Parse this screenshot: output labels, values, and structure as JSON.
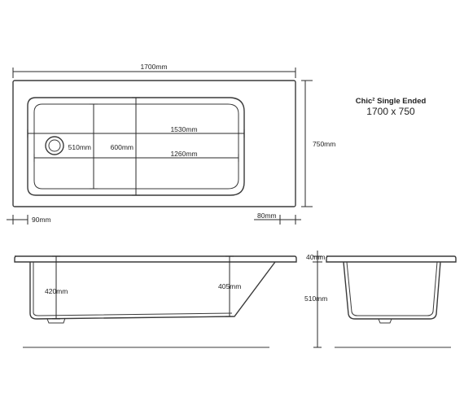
{
  "title": {
    "name": "Chic² Single Ended",
    "size": "1700 x 750"
  },
  "plan_view": {
    "length": "1700mm",
    "width": "750mm",
    "inner_length": "1530mm",
    "inner_width_waste": "510mm",
    "inner_width": "600mm",
    "base_length": "1260mm",
    "rim_left": "90mm",
    "rim_right": "80mm"
  },
  "side_view": {
    "depth_left": "420mm",
    "depth_right": "405mm"
  },
  "end_view": {
    "rim_height": "40mm",
    "depth": "510mm"
  }
}
